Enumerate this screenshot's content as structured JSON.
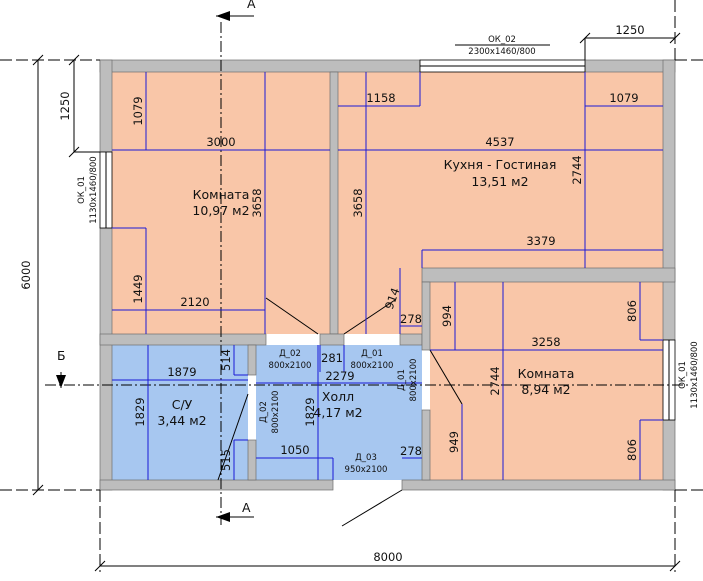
{
  "colors": {
    "room_fill": "#f9c6a8",
    "bath_fill": "#a7c7f0",
    "dimension_line": "#1a1ad6",
    "wall_fill": "#bdbdbd"
  },
  "sections": {
    "a_top": "A",
    "a_bottom": "A",
    "b_left": "Б"
  },
  "rooms": {
    "room1": {
      "name": "Комната",
      "area": "10,97 м2"
    },
    "kitchen": {
      "name": "Кухня - Гостиная",
      "area": "13,51 м2"
    },
    "room2": {
      "name": "Комната",
      "area": "8,94 м2"
    },
    "bath": {
      "name": "С/У",
      "area": "3,44 м2"
    },
    "hall": {
      "name": "Холл",
      "area": "4,17 м2"
    }
  },
  "dimensions": {
    "overall_width": "8000",
    "overall_height": "6000",
    "window_top_offset": "1250",
    "left_offset": "1250",
    "room1_width": "3000",
    "room1_upper": "1079",
    "room1_height": "3658",
    "room1_lower": "1449",
    "room1_bottom": "2120",
    "kitchen_offset": "1158",
    "kitchen_width": "4537",
    "kitchen_right_upper": "1079",
    "kitchen_height_left": "3658",
    "kitchen_height_right": "2744",
    "kitchen_bottom": "3379",
    "diag_914": "914",
    "step_278_top": "278",
    "step_278_bottom": "278",
    "room2_994": "994",
    "room2_width": "3258",
    "room2_806_top": "806",
    "room2_806_bottom": "806",
    "room2_height": "2744",
    "room2_949": "949",
    "bath_width": "1879",
    "bath_height": "1829",
    "bath_514": "514",
    "bath_515": "515",
    "hall_281": "281",
    "hall_width": "2279",
    "hall_height": "1829",
    "hall_1050": "1050"
  },
  "openings": {
    "ok02": {
      "name": "ОК_02",
      "size": "2300х1460/800"
    },
    "ok01_left": {
      "name": "ОК_01",
      "size": "1130х1460/800"
    },
    "ok01_right": {
      "name": "ОК_01",
      "size": "1130х1460/800"
    },
    "d02_top": {
      "name": "Д_02",
      "size": "800х2100"
    },
    "d01_top": {
      "name": "Д_01",
      "size": "800х2100"
    },
    "d02_side": {
      "name": "Д_02",
      "size": "800х2100"
    },
    "d01_side": {
      "name": "Д_01",
      "size": "800х2100"
    },
    "d03": {
      "name": "Д_03",
      "size": "950х2100"
    }
  }
}
